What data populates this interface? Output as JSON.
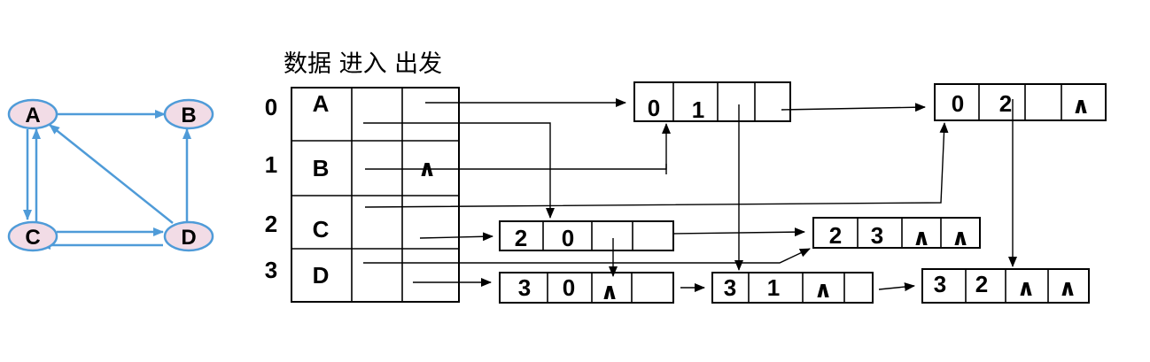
{
  "header_title": "数据 进入 出发",
  "graph": {
    "nodes": [
      "A",
      "B",
      "C",
      "D"
    ],
    "edges": [
      [
        "A",
        "B"
      ],
      [
        "A",
        "C"
      ],
      [
        "C",
        "A"
      ],
      [
        "C",
        "D"
      ],
      [
        "D",
        "C"
      ],
      [
        "D",
        "B"
      ],
      [
        "D",
        "A"
      ]
    ],
    "colors": {
      "node_fill": "#f2dce6",
      "node_stroke": "#4f9bd8",
      "edge": "#4f9bd8"
    }
  },
  "vertex_table": {
    "indices": [
      "0",
      "1",
      "2",
      "3"
    ],
    "rows": [
      {
        "data": "A",
        "in": "",
        "out": ""
      },
      {
        "data": "B",
        "in": "",
        "out": "∧"
      },
      {
        "data": "C",
        "in": "",
        "out": ""
      },
      {
        "data": "D",
        "in": "",
        "out": ""
      }
    ]
  },
  "arc_nodes": [
    {
      "id": "arc-0-1",
      "cells": [
        "0",
        "1",
        "",
        ""
      ]
    },
    {
      "id": "arc-0-2",
      "cells": [
        "0",
        "2",
        "",
        "∧"
      ]
    },
    {
      "id": "arc-2-0",
      "cells": [
        "2",
        "0",
        "",
        ""
      ]
    },
    {
      "id": "arc-2-3",
      "cells": [
        "2",
        "3",
        "∧",
        "∧"
      ]
    },
    {
      "id": "arc-3-0",
      "cells": [
        "3",
        "0",
        "∧",
        ""
      ]
    },
    {
      "id": "arc-3-1",
      "cells": [
        "3",
        "1",
        "∧",
        ""
      ]
    },
    {
      "id": "arc-3-2",
      "cells": [
        "3",
        "2",
        "∧",
        "∧"
      ]
    }
  ]
}
